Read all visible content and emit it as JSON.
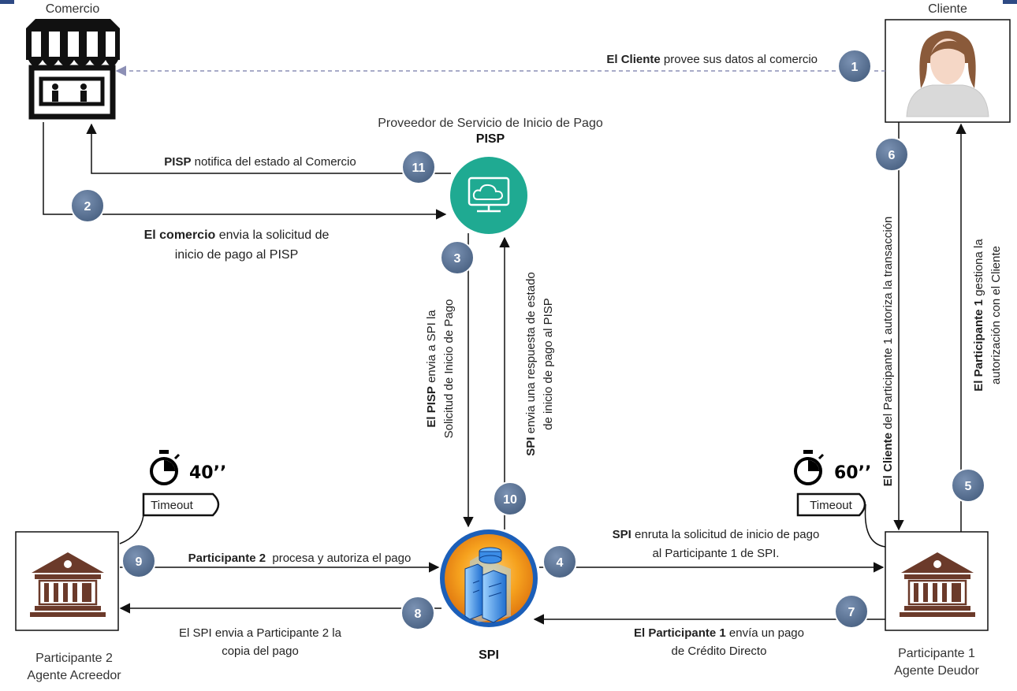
{
  "nodes": {
    "comercio": "Comercio",
    "cliente": "Cliente",
    "pisp_title": "Proveedor de Servicio de Inicio de Pago",
    "pisp_abbr": "PISP",
    "spi": "SPI",
    "p2_line1": "Participante 2",
    "p2_line2": "Agente Acreedor",
    "p1_line1": "Participante 1",
    "p1_line2": "Agente Deudor"
  },
  "timers": {
    "left_time": "40’’",
    "left_label": "Timeout",
    "right_time": "60’’",
    "right_label": "Timeout"
  },
  "steps": {
    "s1": {
      "num": "1",
      "bold": "El Cliente",
      "text": " provee sus datos al comercio"
    },
    "s2": {
      "num": "2",
      "bold": "El comercio",
      "text": " envia la solicitud de",
      "line2": "inicio de pago al PISP"
    },
    "s3": {
      "num": "3",
      "bold": "El PISP",
      "text": " envia a SPI la",
      "line2": "Solicitud de Inicio de Pago"
    },
    "s4": {
      "num": "4",
      "bold": "SPI",
      "text": " enruta la solicitud de inicio de pago",
      "line2": "al Participante 1 de SPI."
    },
    "s5": {
      "num": "5",
      "bold": "El Participante 1",
      "text": " gestiona la",
      "line2": "autorización con el Cliente"
    },
    "s6": {
      "num": "6",
      "bold": "El Cliente",
      "text": " del Participante 1 autoriza la transacción"
    },
    "s7": {
      "num": "7",
      "bold": "El Participante 1",
      "text": " envía un pago",
      "line2": "de Crédito Directo"
    },
    "s8": {
      "num": "8",
      "bold": "",
      "text": "El SPI envia a Participante 2 la",
      "line2": "copia del pago"
    },
    "s9": {
      "num": "9",
      "bold": "Participante 2",
      "text": "  procesa y autoriza el pago"
    },
    "s10": {
      "num": "10",
      "bold": "SPI",
      "text": " envia una respuesta de estado",
      "line2": "de inicio de pago al PISP"
    },
    "s11": {
      "num": "11",
      "bold": "PISP",
      "text": " notifica del estado al Comercio"
    }
  },
  "colors": {
    "badge": "#5b7495",
    "pisp": "#1faa92",
    "spi_blue": "#1c5fb8",
    "spi_orange": "#f08a1c",
    "dashed_arrow": "#8c8fb5",
    "accent_bar": "#2e4a84"
  },
  "icons": {
    "comercio": "storefront-icon",
    "cliente": "person-avatar-icon",
    "pisp": "cloud-monitor-icon",
    "spi": "server-database-icon",
    "bank": "bank-building-icon",
    "timer": "stopwatch-icon"
  }
}
